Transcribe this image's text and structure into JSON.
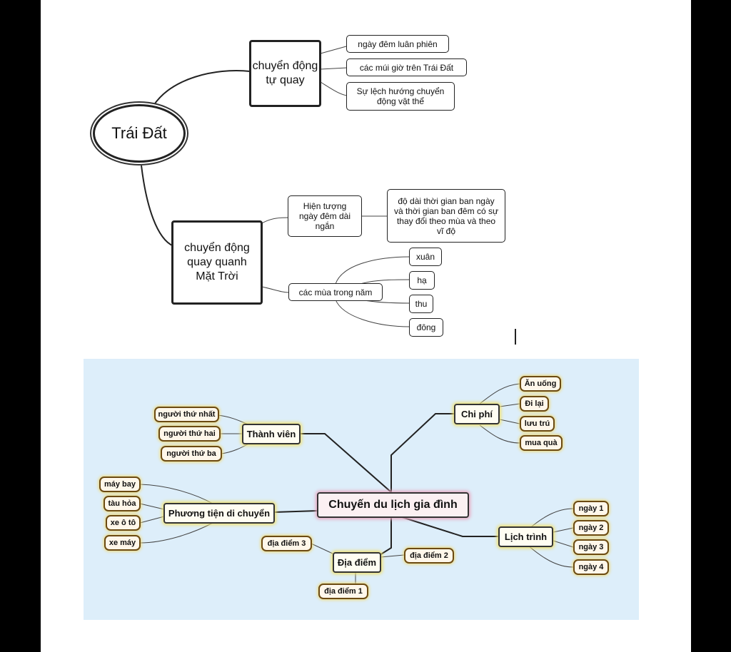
{
  "map1": {
    "center": "Trái Đất",
    "rotation": {
      "label": "chuyển động tự quay",
      "items": [
        "ngày đêm luân phiên",
        "các múi giờ trên Trái Đất",
        "Sự lệch hướng chuyển động vật thể"
      ]
    },
    "orbit": {
      "label": "chuyển động quay quanh Mặt Trời",
      "phenomenon": "Hiện tượng ngày đêm dài ngắn",
      "phenomenon_detail": "độ dài thời gian ban ngày và thời gian ban đêm có sự thay đổi theo mùa và theo vĩ độ",
      "seasons_label": "các mùa trong năm",
      "seasons": [
        "xuân",
        "hạ",
        "thu",
        "đông"
      ]
    }
  },
  "map2": {
    "center": "Chuyến du lịch gia đình",
    "members": {
      "label": "Thành viên",
      "items": [
        "người thứ nhất",
        "người thứ hai",
        "người thứ ba"
      ]
    },
    "transport": {
      "label": "Phương tiện di chuyển",
      "items": [
        "máy bay",
        "tàu hỏa",
        "xe ô tô",
        "xe máy"
      ]
    },
    "costs": {
      "label": "Chi phí",
      "items": [
        "Ăn uống",
        "Đi lại",
        "lưu trú",
        "mua quà"
      ]
    },
    "schedule": {
      "label": "Lịch trình",
      "items": [
        "ngày 1",
        "ngày 2",
        "ngày 3",
        "ngày 4"
      ]
    },
    "places": {
      "label": "Địa điểm",
      "items": [
        "địa điểm 1",
        "địa điểm 2",
        "địa điểm 3"
      ]
    }
  }
}
